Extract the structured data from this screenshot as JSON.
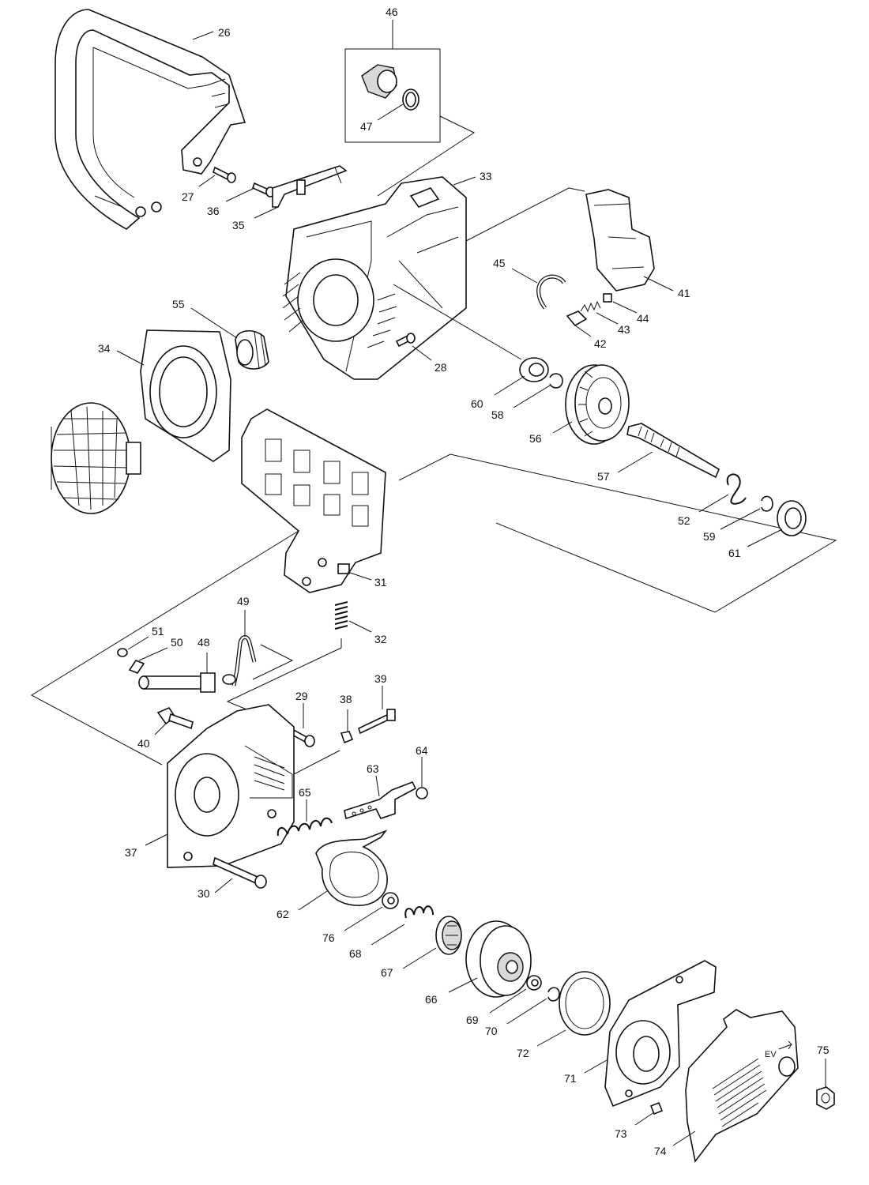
{
  "parts": {
    "p26": "26",
    "p46": "46",
    "p47": "47",
    "p27": "27",
    "p36": "36",
    "p35": "35",
    "p33": "33",
    "p41": "41",
    "p45": "45",
    "p44": "44",
    "p43": "43",
    "p42": "42",
    "p55": "55",
    "p34": "34",
    "p28": "28",
    "p60": "60",
    "p58": "58",
    "p56": "56",
    "p57": "57",
    "p52": "52",
    "p59": "59",
    "p61": "61",
    "p31": "31",
    "p49": "49",
    "p32": "32",
    "p51": "51",
    "p50": "50",
    "p48": "48",
    "p39": "39",
    "p29": "29",
    "p38": "38",
    "p40": "40",
    "p64": "64",
    "p63": "63",
    "p65": "65",
    "p37": "37",
    "p30": "30",
    "p62": "62",
    "p76": "76",
    "p68": "68",
    "p67": "67",
    "p66": "66",
    "p69": "69",
    "p70": "70",
    "p72": "72",
    "p71": "71",
    "p75": "75",
    "p73": "73",
    "p74": "74"
  },
  "cover_mark": "EV"
}
